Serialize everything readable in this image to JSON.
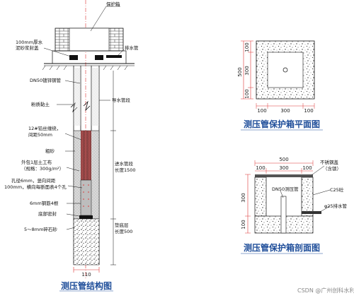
{
  "struct": {
    "protect_box": "保护箱",
    "mortar_cap_1": "100mm厚水",
    "mortar_cap_2": "泥砂浆封盖",
    "drain_pipe": "排水管",
    "galv_pipe": "DN50镀锌钢管",
    "guide_section": "导水管段",
    "silty_clay": "粉质黏土",
    "wire_1": "12#铅丝缠绕，",
    "wire_2": "间距50mm",
    "coarse_sand": "粗砂",
    "geotextile_1": "外包1层土工布",
    "geotextile_2": "（规格：300g/m²）",
    "hole_1": "孔径6mm，竖向间距",
    "hole_2": "100mm，横向每断面表4个孔",
    "rebar": "6mm钢筋4根",
    "seal": "底部密封",
    "gravel": "5～8mm碎石砂",
    "inlet_1": "进水管段",
    "inlet_2": "长度1500",
    "bedding_1": "垫底层",
    "bedding_2": "长度500",
    "dim_width": "110",
    "caption": "测压管结构图"
  },
  "plan": {
    "d500": "500",
    "d100a": "100",
    "d300": "300",
    "d100b": "100",
    "caption": "测压管保护箱平面图"
  },
  "section": {
    "d500": "500",
    "d100a": "100",
    "d300": "300",
    "d100b": "100",
    "steel_lid_1": "不锈钢盖",
    "steel_lid_2": "（含锁）",
    "pipe": "DN50测压管",
    "c25": "C25砼",
    "drain": "φ25排水管",
    "caption": "测压管保护箱剖面图"
  },
  "watermark": "CSDN @广州创科水利"
}
